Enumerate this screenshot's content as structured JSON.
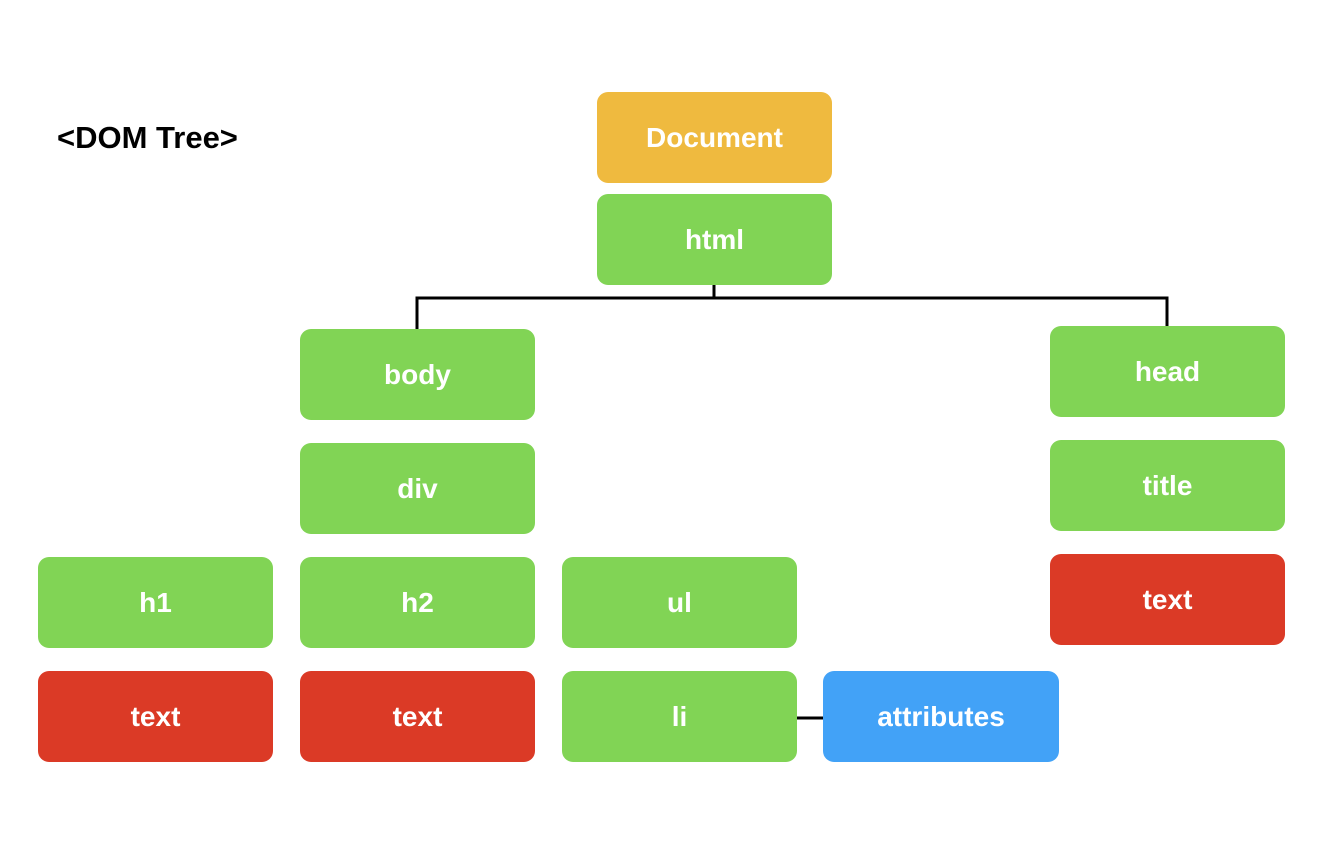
{
  "heading": "<DOM Tree>",
  "colors": {
    "document": "#EFBA3F",
    "element": "#81D455",
    "text": "#DB3A26",
    "attribute": "#42A2F7",
    "connector": "#000000"
  },
  "nodes": {
    "document": {
      "label": "Document",
      "kind": "document"
    },
    "html": {
      "label": "html",
      "kind": "element"
    },
    "body": {
      "label": "body",
      "kind": "element"
    },
    "div": {
      "label": "div",
      "kind": "element"
    },
    "h1": {
      "label": "h1",
      "kind": "element"
    },
    "h2": {
      "label": "h2",
      "kind": "element"
    },
    "ul": {
      "label": "ul",
      "kind": "element"
    },
    "text_h1": {
      "label": "text",
      "kind": "text"
    },
    "text_h2": {
      "label": "text",
      "kind": "text"
    },
    "li": {
      "label": "li",
      "kind": "element"
    },
    "attributes": {
      "label": "attributes",
      "kind": "attribute"
    },
    "head": {
      "label": "head",
      "kind": "element"
    },
    "title": {
      "label": "title",
      "kind": "element"
    },
    "text_title": {
      "label": "text",
      "kind": "text"
    }
  },
  "edges": [
    [
      "html",
      "body"
    ],
    [
      "html",
      "head"
    ],
    [
      "li",
      "attributes"
    ]
  ]
}
